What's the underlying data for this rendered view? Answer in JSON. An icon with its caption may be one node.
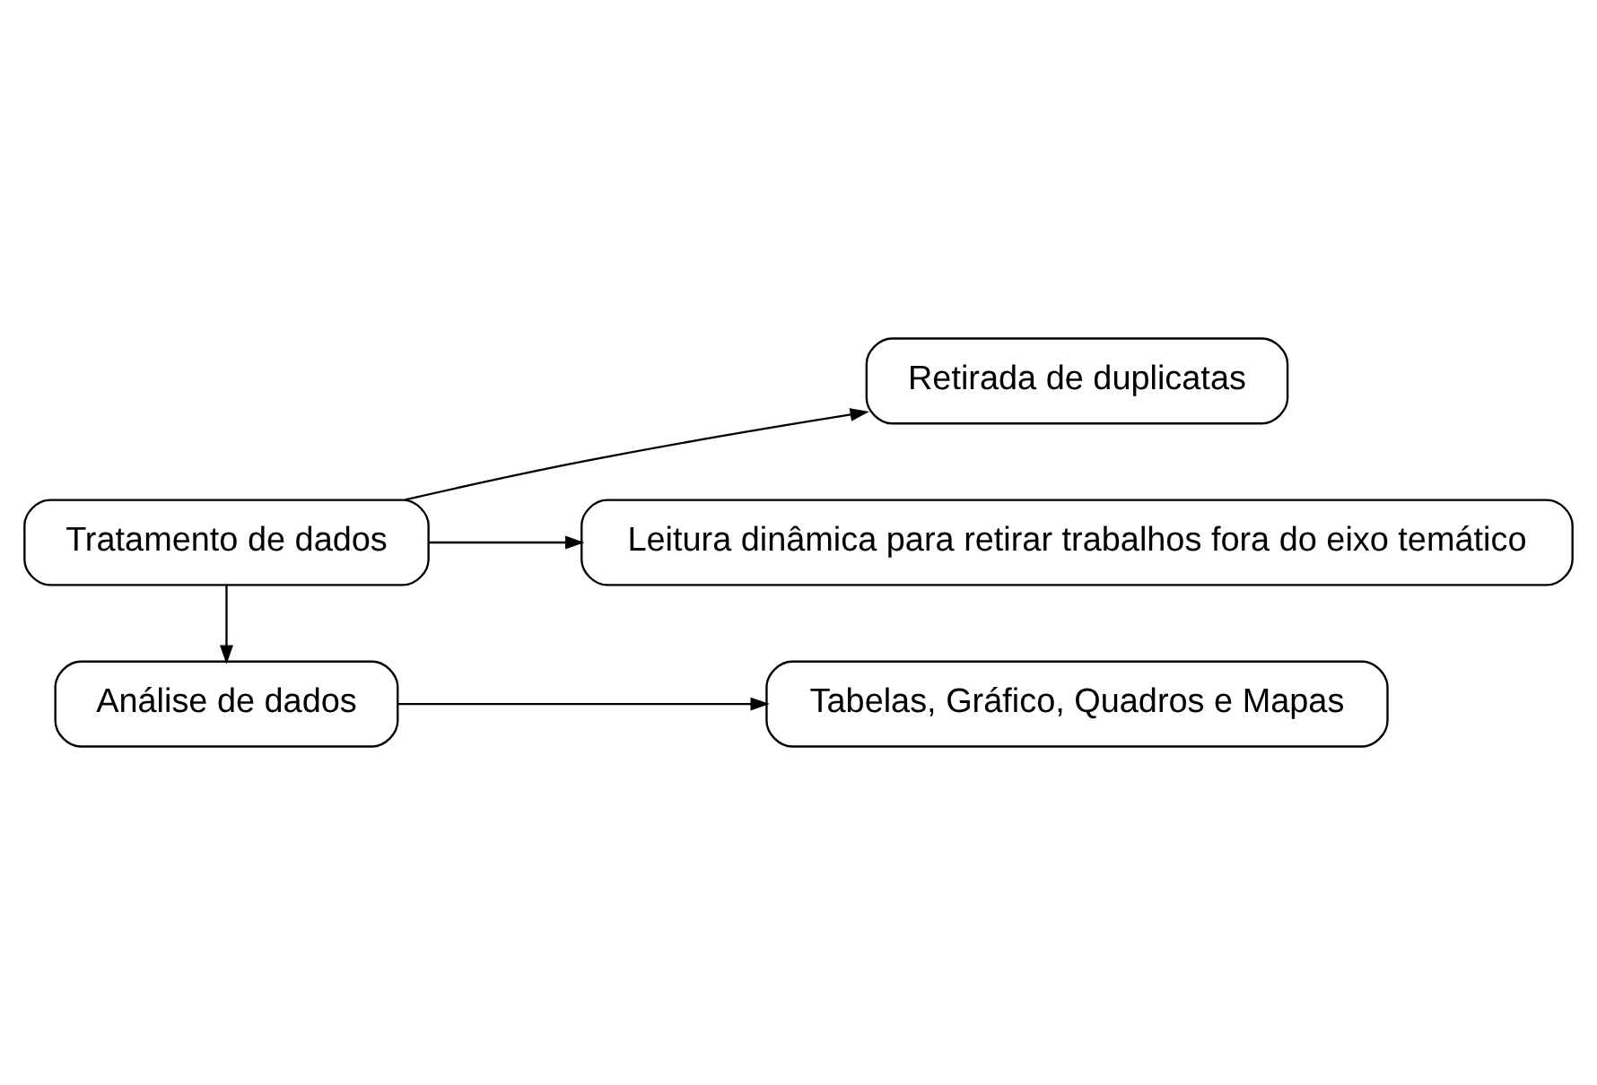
{
  "diagram": {
    "nodes": [
      {
        "text": [
          "Tratamento de dados"
        ]
      },
      {
        "text": [
          "Retirada de duplicatas"
        ]
      },
      {
        "text": [
          "Leitura dinâmica para retirar trabalhos fora do eixo temático"
        ]
      },
      {
        "text": [
          "Análise de dados"
        ]
      },
      {
        "text": [
          "Tabelas, Gráfico, Quadros e Mapas"
        ]
      }
    ],
    "edges": [
      {
        "from": 0,
        "to": 1,
        "arrow": "to"
      },
      {
        "from": 0,
        "to": 2,
        "arrow": "to"
      },
      {
        "from": 0,
        "to": 3,
        "arrow": "to"
      },
      {
        "from": 3,
        "to": 4,
        "arrow": "to"
      }
    ]
  }
}
